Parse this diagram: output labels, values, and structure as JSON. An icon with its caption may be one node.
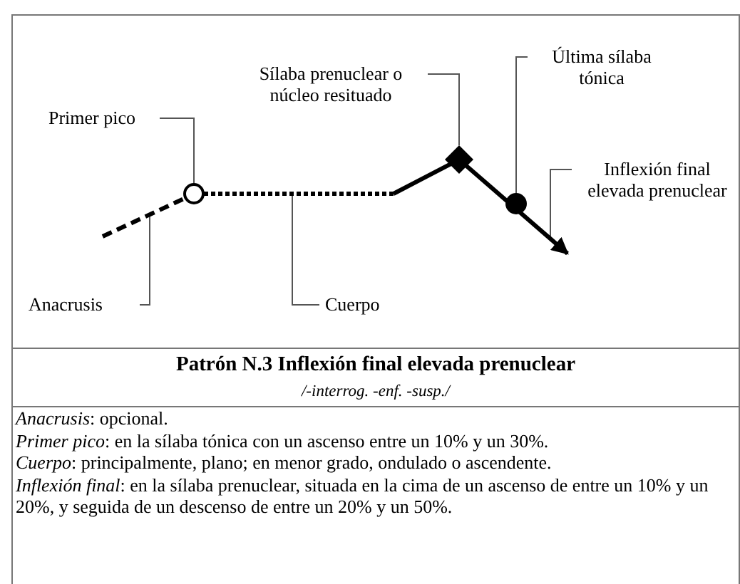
{
  "diagram": {
    "title": "Patrón N.3 Inflexión final elevada prenuclear",
    "nodes": [
      {
        "text": [
          "Sílaba prenuclear o núcleo resituado"
        ]
      },
      {
        "text": [
          "Última sílaba tónica"
        ]
      },
      {
        "text": [
          "Primer pico"
        ]
      },
      {
        "text": [
          "Inflexión final elevada prenuclear"
        ]
      },
      {
        "text": [],
        "shape": "circle"
      },
      {
        "text": [],
        "shape": "diamond"
      },
      {
        "text": [],
        "shape": "circle"
      },
      {
        "text": [
          "Anacrusis"
        ]
      },
      {
        "text": [
          "Cuerpo"
        ]
      }
    ],
    "edges": [
      {
        "from": 0,
        "to": 5,
        "arrow": "none"
      },
      {
        "from": 1,
        "to": 6,
        "arrow": "none"
      },
      {
        "from": 2,
        "to": 4,
        "arrow": "none"
      },
      {
        "from": 3,
        "to": null,
        "arrow": "none"
      },
      {
        "from": 7,
        "to": null,
        "arrow": "none"
      },
      {
        "from": 8,
        "to": null,
        "arrow": "none"
      }
    ],
    "labels": [
      "/-interrog. -enf. -susp./",
      "*Anacrusis*: opcional.",
      "*Primer pico*: en la sílaba tónica con un ascenso entre un 10% y un 30%.",
      "*Cuerpo*: principalmente, plano; en menor grado, ondulado o ascendente.",
      "*Inflexión final*: en la sílaba prenuclear, situada en la cima de un ascenso de entre un 10% y un 20%, y seguida de un descenso de entre un 20% y un 50%."
    ]
  }
}
